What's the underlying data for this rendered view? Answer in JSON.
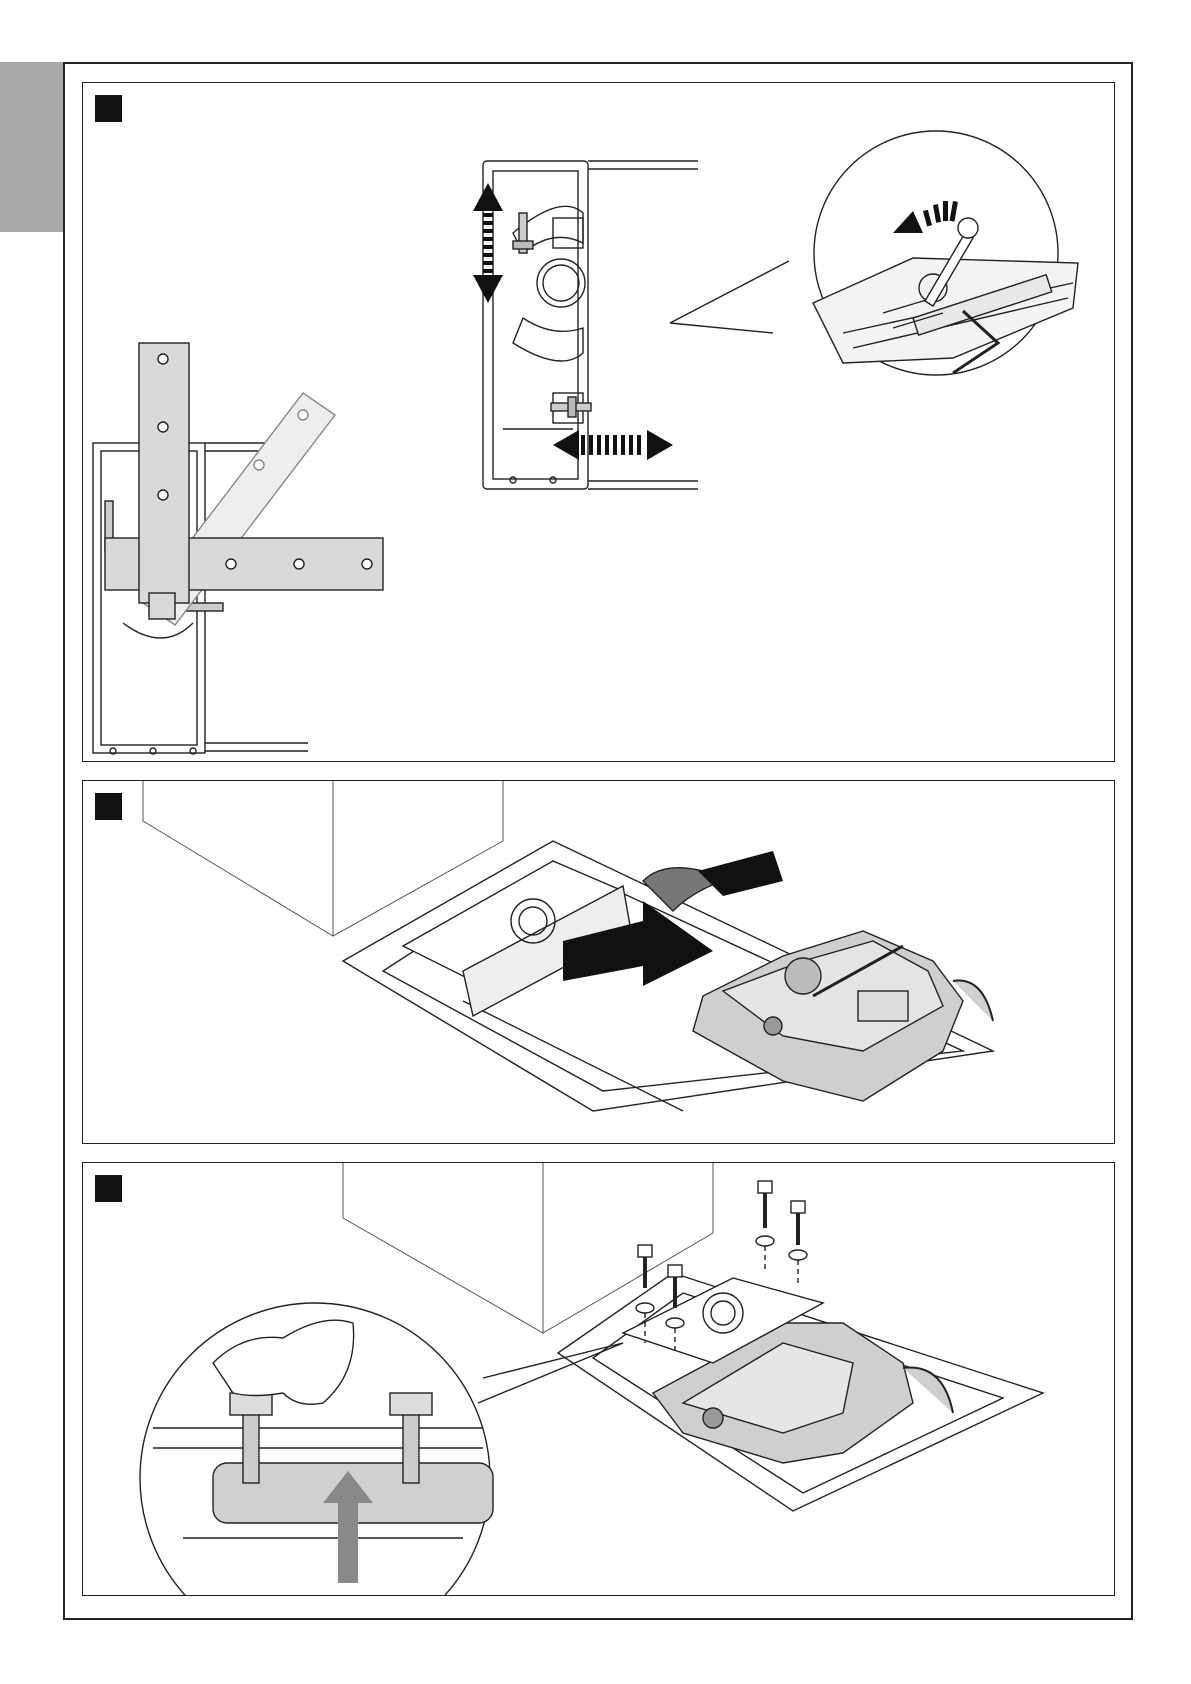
{
  "page": {
    "colors": {
      "line": "#222222",
      "tab": "#a9a9a9",
      "plate": "#d9d9d9",
      "plate_faded": "#eeeeee",
      "motor": "#cfcfcf",
      "arrow": "#111111"
    }
  },
  "figures": [
    {
      "id": "figure-1",
      "marker": "black-square-step-marker",
      "icons": [
        "mounting-plate",
        "lever-arm",
        "wrench-icon",
        "hex-key-icon",
        "up-down-arrow-icon",
        "left-right-arrow-icon",
        "rotation-arrow-icon"
      ]
    },
    {
      "id": "figure-2",
      "marker": "black-square-step-marker",
      "icons": [
        "foundation-box",
        "gearmotor",
        "insert-arrow-icon"
      ]
    },
    {
      "id": "figure-3",
      "marker": "black-square-step-marker",
      "icons": [
        "foundation-box",
        "gearmotor",
        "bolt-icon",
        "washer-icon",
        "hand-icon",
        "up-arrow-icon"
      ]
    }
  ]
}
